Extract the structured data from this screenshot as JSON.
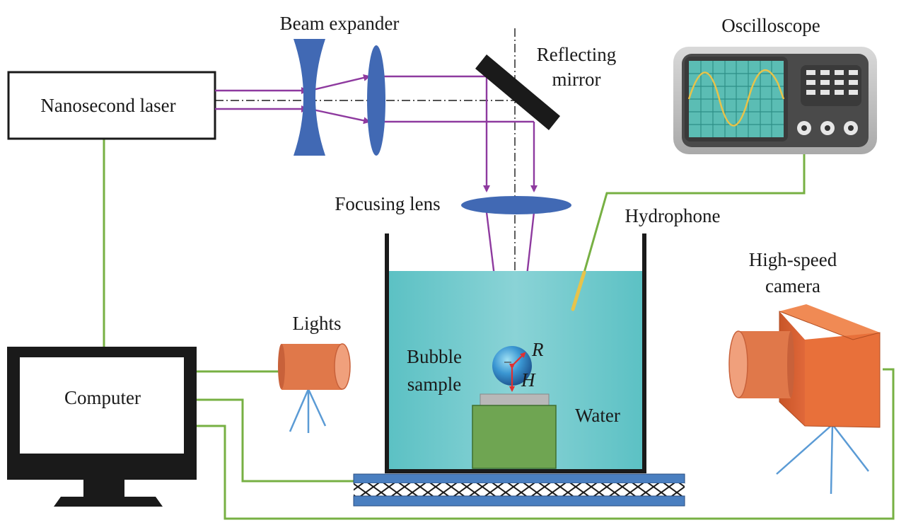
{
  "labels": {
    "beam_expander": "Beam expander",
    "reflecting_mirror_line1": "Reflecting",
    "reflecting_mirror_line2": "mirror",
    "oscilloscope": "Oscilloscope",
    "nanosecond_laser": "Nanosecond laser",
    "focusing_lens": "Focusing lens",
    "hydrophone": "Hydrophone",
    "high_speed_camera_line1": "High-speed",
    "high_speed_camera_line2": "camera",
    "lights": "Lights",
    "computer": "Computer",
    "bubble_sample_line1": "Bubble",
    "bubble_sample_line2": "sample",
    "water": "Water",
    "radius_symbol": "R",
    "height_symbol": "H"
  },
  "colors": {
    "laser_beam": "#8e3a9f",
    "signal_wire": "#77b043",
    "lens": "#4169b4",
    "water": "#5cc1c4",
    "tank_wall": "#1a1a1a",
    "camera_body": "#e8703a",
    "lights_body": "#e0784a",
    "sample_stage": "#6fa552",
    "tripod": "#5b9bd5",
    "hydrophone_tip": "#e8c34a",
    "bubble": "#2f86c8",
    "marker_red": "#e03030",
    "oscilloscope_screen": "#5bbdb4",
    "oscilloscope_trace": "#e8c34a"
  }
}
